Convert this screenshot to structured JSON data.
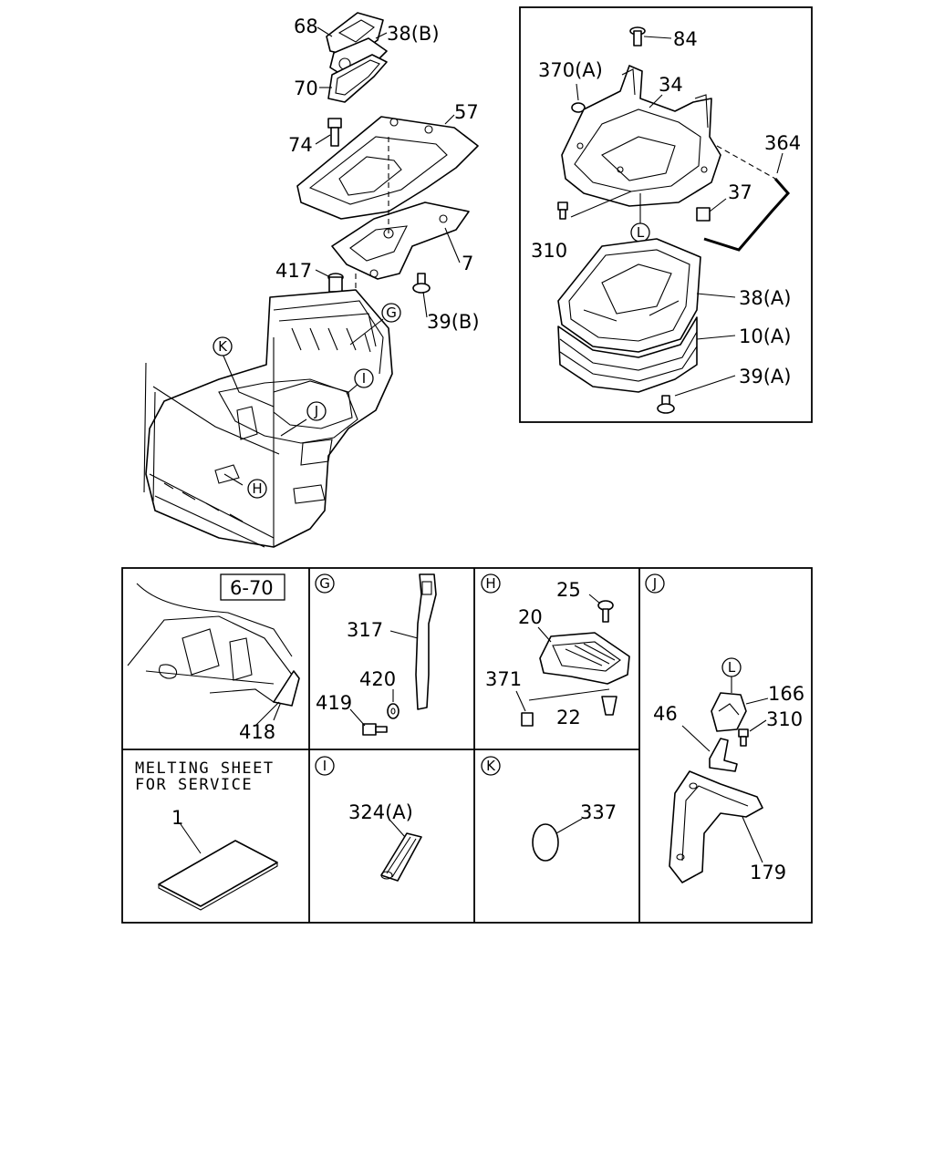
{
  "callouts": {
    "p68": "68",
    "p38b": "38(B)",
    "p70": "70",
    "p74": "74",
    "p57": "57",
    "p7": "7",
    "p417": "417",
    "p39b": "39(B)",
    "p84": "84",
    "p370a": "370(A)",
    "p34": "34",
    "p364": "364",
    "p37": "37",
    "p310_inset": "310",
    "p38a": "38(A)",
    "p10a": "10(A)",
    "p39a": "39(A)",
    "p6_70": "6-70",
    "p418": "418",
    "p317": "317",
    "p420": "420",
    "p419": "419",
    "p25": "25",
    "p20": "20",
    "p371": "371",
    "p22": "22",
    "p166": "166",
    "p46": "46",
    "p310_j": "310",
    "p179": "179",
    "p1": "1",
    "p324a": "324(A)",
    "p337": "337"
  },
  "refs": {
    "G": "G",
    "H": "H",
    "I": "I",
    "J": "J",
    "K": "K",
    "L": "L"
  },
  "notes": {
    "melting_line1": "MELTING SHEET",
    "melting_line2": "FOR SERVICE"
  }
}
